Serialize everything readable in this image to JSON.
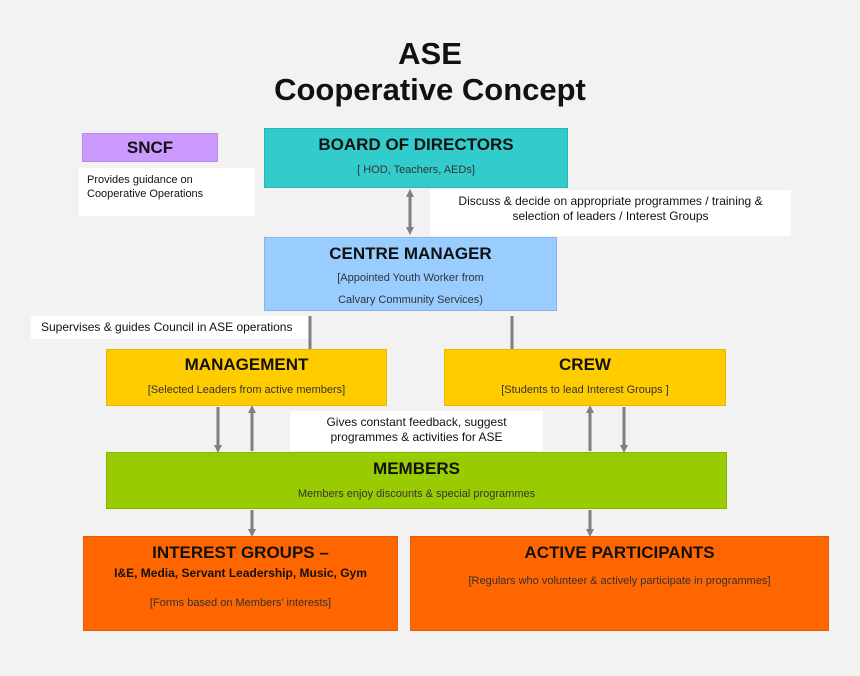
{
  "title": {
    "line1": "ASE",
    "line2": "Cooperative Concept"
  },
  "sncf": {
    "label": "SNCF",
    "note": "Provides guidance on Cooperative Operations"
  },
  "board": {
    "label": "BOARD OF DIRECTORS",
    "sub": "[ HOD, Teachers, AEDs]"
  },
  "board_note": "Discuss & decide on appropriate programmes / training & selection of leaders / Interest Groups",
  "centre_manager": {
    "label": "CENTRE MANAGER",
    "sub1": "[Appointed Youth Worker from",
    "sub2": "Calvary Community Services)"
  },
  "supervise_note": "Supervises & guides Council in ASE operations",
  "management": {
    "label": "MANAGEMENT",
    "sub": "[Selected Leaders from active members]"
  },
  "crew": {
    "label": "CREW",
    "sub": "[Students to lead Interest Groups ]"
  },
  "feedback_note": "Gives constant feedback, suggest programmes & activities for ASE",
  "members": {
    "label": "MEMBERS",
    "sub": "Members enjoy discounts & special programmes"
  },
  "interest_groups": {
    "label": "INTEREST GROUPS –",
    "list": "I&E, Media, Servant Leadership, Music, Gym",
    "sub": "[Forms based on Members’ interests]"
  },
  "active_participants": {
    "label": "ACTIVE PARTICIPANTS",
    "sub": "[Regulars who volunteer & actively participate in programmes]"
  },
  "colors": {
    "sncf": "#cc99ff",
    "board": "#33cccc",
    "centre_manager": "#99ccff",
    "management_crew": "#ffcc00",
    "members": "#99cc00",
    "bottom": "#ff6600",
    "arrow": "#808080"
  }
}
